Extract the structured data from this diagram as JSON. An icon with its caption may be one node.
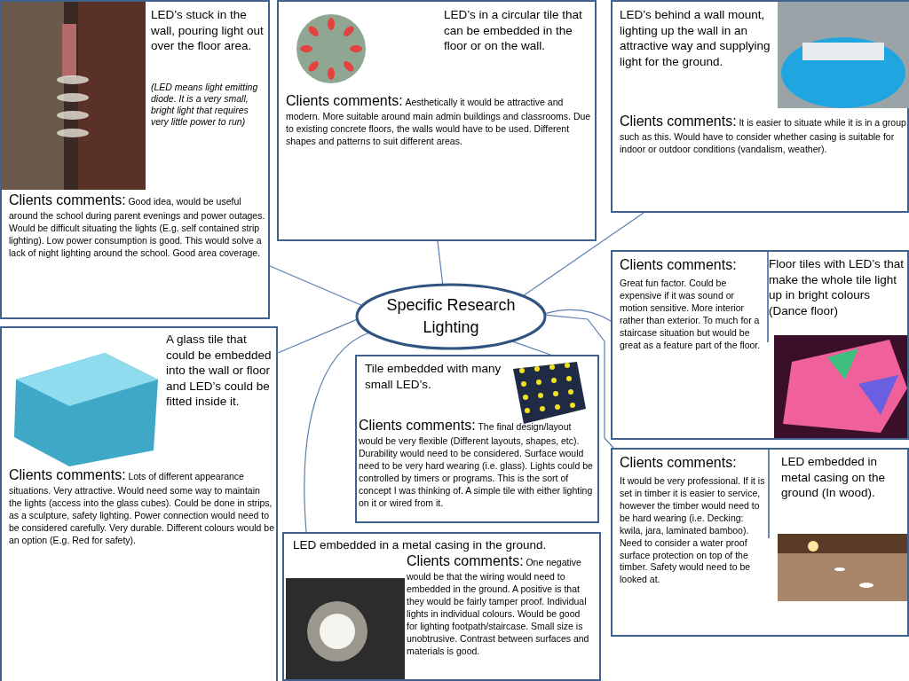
{
  "diagram": {
    "nodes": [
      {
        "text": [
          "LED’s stuck in the wall, pouring light out over the floor area.",
          "(LED means light emitting diode. It is a very small, bright light that requires very little power to run)",
          "Clients comments:",
          "Good idea, would be useful around the school during parent evenings and power outages. Would be difficult situating the lights (E.g. self contained strip lighting). Low power consumption is good. This would solve a lack of night lighting around the school. Good area coverage."
        ]
      },
      {
        "text": [
          "LED’s in a circular tile that can be embedded in the floor or on the wall.",
          "Clients comments:",
          "Aesthetically it would be attractive and modern. More suitable around main admin buildings and classrooms. Due to existing concrete floors, the walls would have to be used. Different shapes and patterns to suit different areas."
        ]
      },
      {
        "text": [
          "LED’s behind a wall mount, lighting up the wall in an attractive way and supplying light for the ground.",
          "Clients comments:",
          "It is easier to situate while it is in a group such as this. Would have to consider whether casing is suitable for indoor or outdoor conditions (vandalism, weather)."
        ]
      },
      {
        "text": [
          "Specific Research Lighting"
        ]
      },
      {
        "text": [
          "A glass tile that could be embedded into the wall or floor and LED’s could be fitted inside it.",
          "Clients comments:",
          "Lots of different appearance situations. Very attractive. Would need some way to maintain the lights (access into the glass cubes). Could be done in strips, as a sculpture, safety lighting. Power connection would need to be  considered carefully. Very durable. Different colours would be an option (E.g. Red for safety)."
        ]
      },
      {
        "text": [
          "Clients comments:",
          "Great fun factor. Could be expensive if it was sound or motion sensitive. More interior rather than exterior. To much for a staircase situation but would be great as a feature part of the floor.",
          "Floor tiles with LED’s that make the whole tile light up in bright colours (Dance floor)"
        ]
      },
      {
        "text": [
          "Tile embedded with many small LED’s.",
          "Clients comments:",
          "The final design/layout would be very flexible (Different layouts, shapes, etc). Durability would need to be considered. Surface would need to be very hard wearing (i.e. glass). Lights could be controlled by timers or programs. This is the sort of concept I was thinking of. A simple tile with either lighting on it or wired from it."
        ]
      },
      {
        "text": [
          "Clients comments:",
          "It would be very professional. If it is set in timber it is easier to service, however the timber would need to be hard wearing (i.e. Decking: kwila, jara, laminated bamboo). Need to consider a water proof surface protection on top of the timber.  Safety would need to be looked at.",
          "LED embedded in metal casing on the ground (In wood)."
        ]
      },
      {
        "text": [
          "LED embedded in a metal casing in the ground.",
          "Clients comments:",
          "One negative would be that the wiring would need to embedded in the ground. A positive is that they would be fairly tamper proof. Individual lights in individual colours. Would be good for lighting footpath/staircase. Small size is unobtrusive. Contrast between surfaces and materials is good."
        ]
      }
    ],
    "edges": [
      {
        "from": 3,
        "to": 0,
        "arrow": "none"
      },
      {
        "from": 3,
        "to": 1,
        "arrow": "none"
      },
      {
        "from": 3,
        "to": 2,
        "arrow": "none"
      },
      {
        "from": 3,
        "to": 4,
        "arrow": "none"
      },
      {
        "from": 3,
        "to": 5,
        "arrow": "none"
      },
      {
        "from": 3,
        "to": 6,
        "arrow": "none"
      },
      {
        "from": 3,
        "to": 7,
        "arrow": "none"
      },
      {
        "from": 3,
        "to": 8,
        "arrow": "none"
      }
    ]
  }
}
